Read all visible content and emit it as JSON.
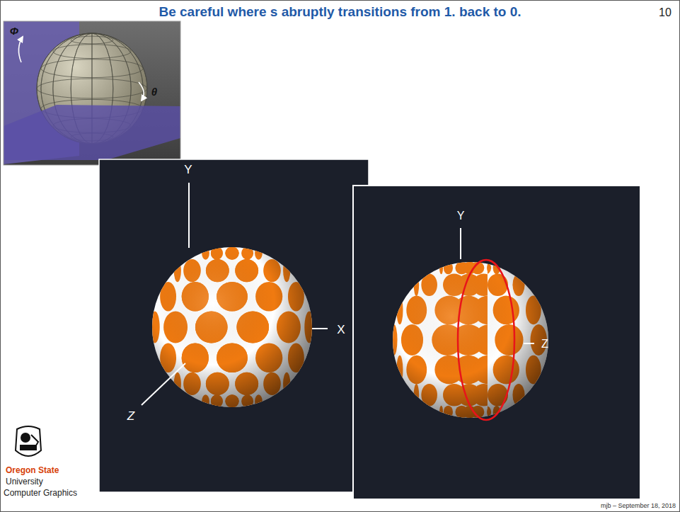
{
  "diagram": {
    "title": "Be careful where s abruptly transitions from 1. back to 0.",
    "labels": [
      "10",
      "Φ",
      "θ",
      "Y",
      "X",
      "Z",
      "Y",
      "Z",
      "Oregon State",
      "University",
      "Computer Graphics",
      "mjb – September 18, 2018"
    ]
  }
}
